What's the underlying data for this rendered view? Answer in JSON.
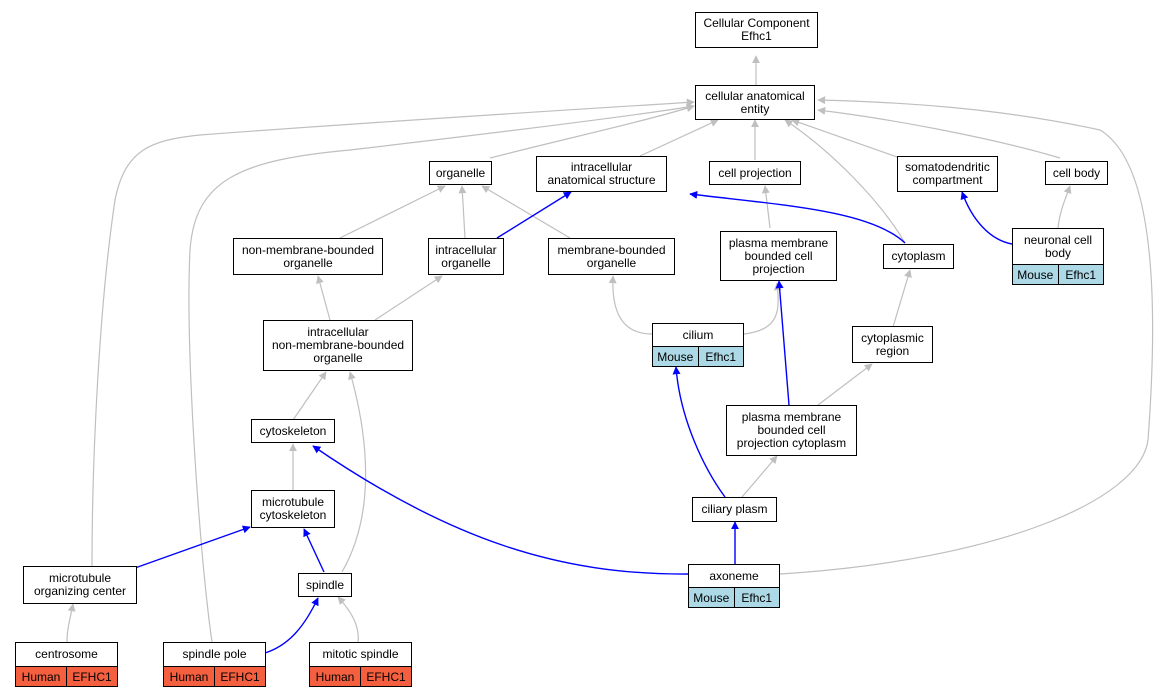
{
  "colors": {
    "is_a_edge": "#bfbfbf",
    "part_of_edge": "#0000ff",
    "mouse_annotation": "#add8e6",
    "human_annotation": "#f4603f"
  },
  "nodes": {
    "root": {
      "label": "Cellular Component\nEfhc1"
    },
    "cae": {
      "label": "cellular anatomical\nentity"
    },
    "organelle": {
      "label": "organelle"
    },
    "ias": {
      "label": "intracellular\nanatomical structure"
    },
    "cellproj": {
      "label": "cell projection"
    },
    "somato": {
      "label": "somatodendritic\ncompartment"
    },
    "cellbody": {
      "label": "cell body"
    },
    "nmbo": {
      "label": "non-membrane-bounded\norganelle"
    },
    "intorg": {
      "label": "intracellular\norganelle"
    },
    "mbo": {
      "label": "membrane-bounded\norganelle"
    },
    "pmbcp": {
      "label": "plasma membrane\nbounded cell\nprojection"
    },
    "cytoplasm": {
      "label": "cytoplasm"
    },
    "ncb": {
      "label": "neuronal cell\nbody",
      "species": "Mouse",
      "gene": "Efhc1"
    },
    "inmbo": {
      "label": "intracellular\nnon-membrane-bounded\norganelle"
    },
    "cilium": {
      "label": "cilium",
      "species": "Mouse",
      "gene": "Efhc1"
    },
    "cytoreg": {
      "label": "cytoplasmic\nregion"
    },
    "pmbcpc": {
      "label": "plasma membrane\nbounded cell\nprojection cytoplasm"
    },
    "cytoskeleton": {
      "label": "cytoskeleton"
    },
    "mtcyto": {
      "label": "microtubule\ncytoskeleton"
    },
    "ciliary": {
      "label": "ciliary plasm"
    },
    "mtoc": {
      "label": "microtubule\norganizing center"
    },
    "spindle": {
      "label": "spindle"
    },
    "axoneme": {
      "label": "axoneme",
      "species": "Mouse",
      "gene": "Efhc1"
    },
    "centrosome": {
      "label": "centrosome",
      "species": "Human",
      "gene": "EFHC1"
    },
    "spindlepole": {
      "label": "spindle pole",
      "species": "Human",
      "gene": "EFHC1"
    },
    "mitotic": {
      "label": "mitotic spindle",
      "species": "Human",
      "gene": "EFHC1"
    }
  }
}
